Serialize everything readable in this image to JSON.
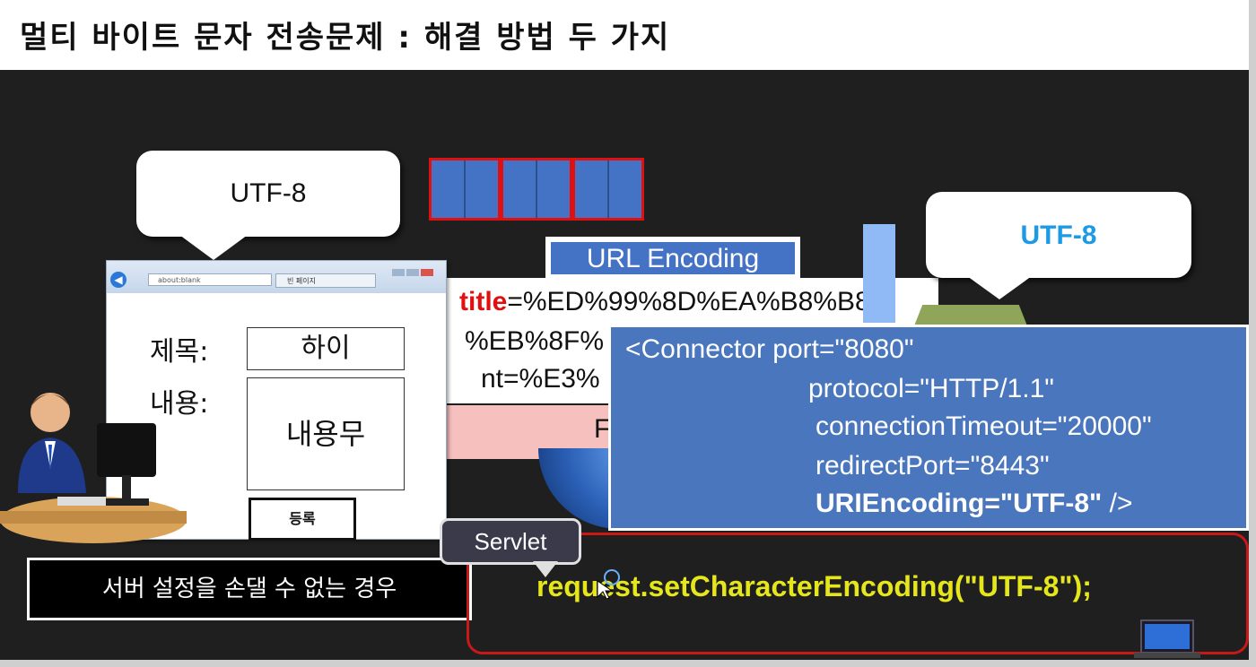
{
  "slide": {
    "title": "멀티 바이트 문자 전송문제 : 해결 방법 두 가지"
  },
  "client_bubble": {
    "text": "UTF-8"
  },
  "server_bubble": {
    "text": "UTF-8",
    "color": "#1b9ae6"
  },
  "url_encoding_label": "URL Encoding",
  "encoded": {
    "key": "title",
    "line1": "=%ED%99%8D%EA%B8%B8",
    "line2": "%EB%8F%",
    "line3": "nt=%E3%"
  },
  "pink_box_text": "F",
  "connector": {
    "line1": "<Connector port=\"8080\"",
    "line2": "protocol=\"HTTP/1.1\"",
    "line3": "connectionTimeout=\"20000\"",
    "line4": "redirectPort=\"8443\"",
    "line5_bold": "URIEncoding=\"UTF-8\"",
    "line5_end": " />"
  },
  "browser": {
    "address": "about:blank",
    "tab_title": "빈 페이지",
    "form": {
      "title_label": "제목:",
      "title_value": "하이",
      "content_label": "내용:",
      "content_value": "내용무",
      "submit_label": "등록"
    }
  },
  "caption": "서버 설정을 손댈 수 없는 경우",
  "servlet": {
    "label": "Servlet",
    "code": "request.setCharacterEncoding(\"UTF-8\");"
  },
  "colors": {
    "accent_red": "#e01010",
    "byte_blue": "#4472c4",
    "code_yellow": "#e6e61c"
  }
}
